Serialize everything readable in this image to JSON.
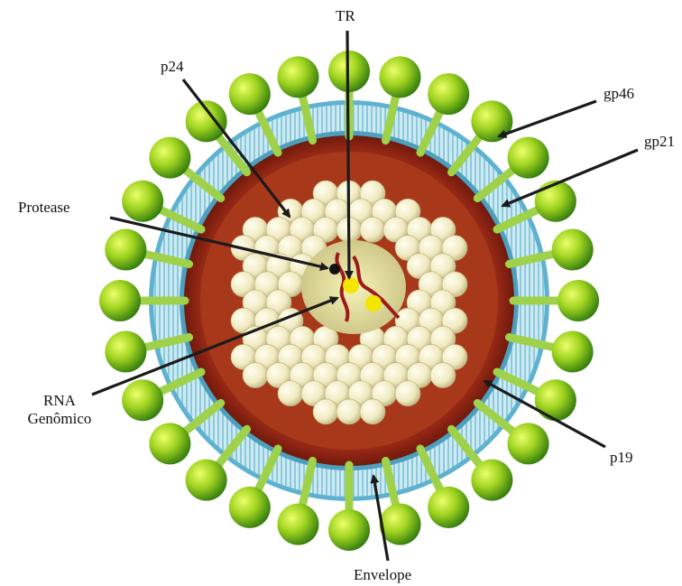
{
  "labels": {
    "tr": "TR",
    "p24": "p24",
    "gp46": "gp46",
    "gp21": "gp21",
    "protease": "Protease",
    "rna_line1": "RNA",
    "rna_line2": "Genômico",
    "p19": "p19",
    "envelope": "Envelope"
  },
  "colors": {
    "knob_dark": "#2f8a12",
    "knob_light": "#c8ea3a",
    "stalk": "#9fd24a",
    "membrane_outer": "#bfe3ee",
    "membrane_inner": "#5fb2cf",
    "matrix": "#8e2413",
    "matrix_light": "#c2541e",
    "capsid_sphere": "#f2edc2",
    "capsid_shadow": "#b9ae7a",
    "core": "#e7e29a",
    "rna": "#9b1a1a",
    "enzyme": "#f4e600",
    "protease_dot": "#111111",
    "arrow": "#1b1b1b"
  },
  "knob_count": 28
}
